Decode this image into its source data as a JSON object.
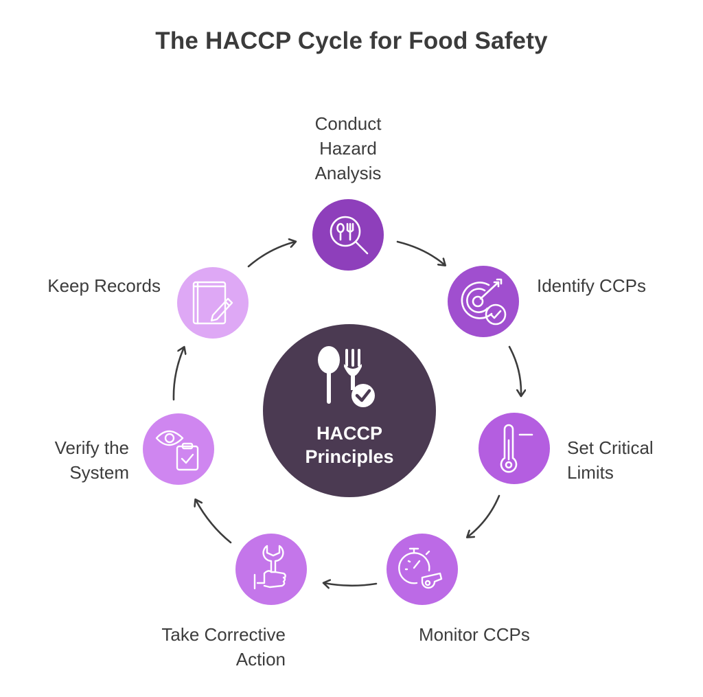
{
  "title": "The HACCP Cycle for Food Safety",
  "center": {
    "line1": "HACCP",
    "line2": "Principles",
    "icon": "spoon-fork-check-icon",
    "color": "#4b3a52"
  },
  "steps": [
    {
      "lines": [
        "Conduct",
        "Hazard",
        "Analysis"
      ],
      "icon": "magnifier-fork-icon",
      "color": "#8e3fbb"
    },
    {
      "lines": [
        "Identify CCPs"
      ],
      "icon": "target-check-icon",
      "color": "#a04fcf"
    },
    {
      "lines": [
        "Set Critical",
        "Limits"
      ],
      "icon": "thermometer-icon",
      "color": "#b45ee0"
    },
    {
      "lines": [
        "Monitor CCPs"
      ],
      "icon": "stopwatch-whistle-icon",
      "color": "#bc6ae6"
    },
    {
      "lines": [
        "Take Corrective",
        "Action"
      ],
      "icon": "wrench-thumb-icon",
      "color": "#c476ea"
    },
    {
      "lines": [
        "Verify the",
        "System"
      ],
      "icon": "eye-clipboard-icon",
      "color": "#cf86f0"
    },
    {
      "lines": [
        "Keep Records"
      ],
      "icon": "notebook-pencil-icon",
      "color": "#dea8f5"
    }
  ]
}
